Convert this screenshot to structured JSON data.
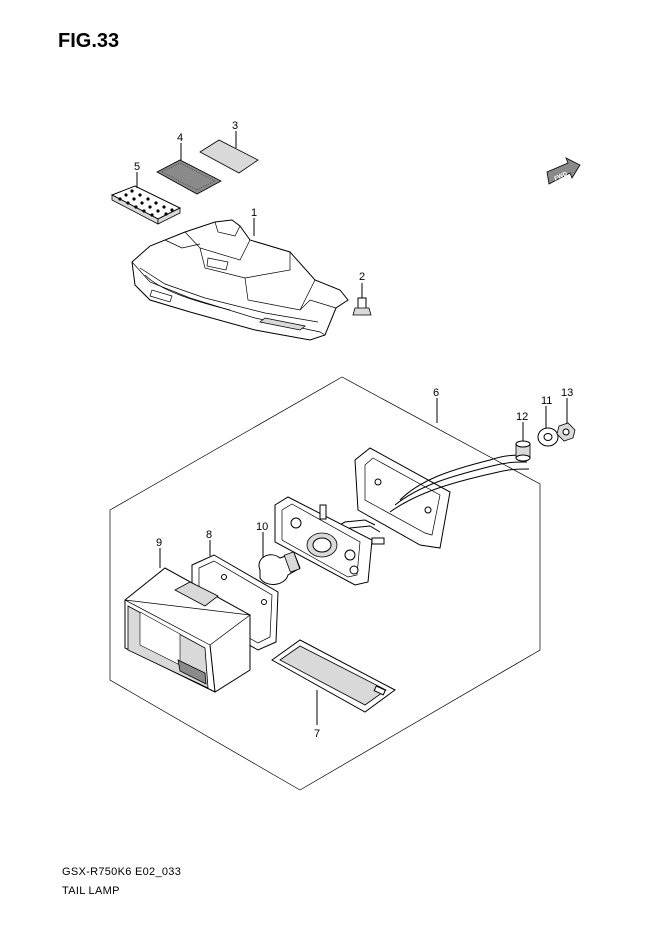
{
  "figure": {
    "title": "FIG.33"
  },
  "footer": {
    "model_code": "GSX-R750K6 E02_033",
    "section_title": "TAIL LAMP"
  },
  "fwd_label": "FWD",
  "callouts": [
    "1",
    "2",
    "3",
    "4",
    "5",
    "6",
    "7",
    "8",
    "9",
    "10",
    "11",
    "12",
    "13"
  ]
}
